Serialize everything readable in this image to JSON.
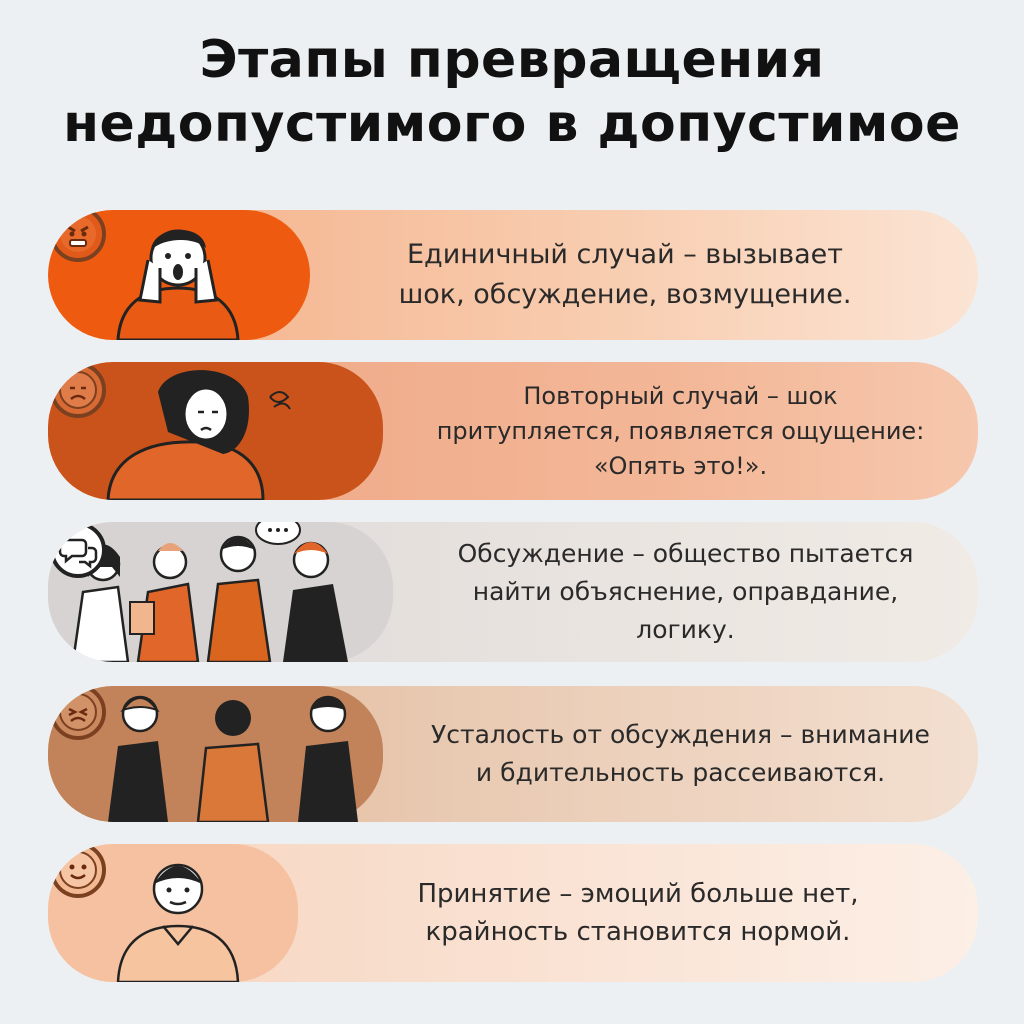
{
  "title": {
    "line1": "Этапы превращения",
    "line2": "недопустимого в допустимое"
  },
  "stages": [
    {
      "lines": [
        "Единичный случай – вызывает",
        "шок, обсуждение, возмущение."
      ],
      "emoji": "angry-face-icon",
      "colors": {
        "accent": "#ee5a10",
        "pill": "#f8c9a8"
      }
    },
    {
      "lines": [
        "Повторный случай – шок",
        "притупляется, появляется ощущение:",
        "«Опять это!»."
      ],
      "emoji": "sad-face-icon",
      "colors": {
        "accent": "#c9531a",
        "pill": "#f1b597"
      }
    },
    {
      "lines": [
        "Обсуждение – общество пытается",
        "найти объяснение, оправдание,",
        "логику."
      ],
      "emoji": "speech-bubbles-icon",
      "colors": {
        "accent": "#d6d3d2",
        "pill": "#ebe6e3"
      }
    },
    {
      "lines": [
        "Усталость от обсуждения – внимание",
        "и бдительность рассеиваются."
      ],
      "emoji": "tired-face-icon",
      "colors": {
        "accent": "#c2825a",
        "pill": "#e8c7ad"
      }
    },
    {
      "lines": [
        "Принятие – эмоций больше нет,",
        "крайность становится нормой."
      ],
      "emoji": "calm-face-icon",
      "colors": {
        "accent": "#f5c1a0",
        "pill": "#fae3d4"
      }
    }
  ]
}
